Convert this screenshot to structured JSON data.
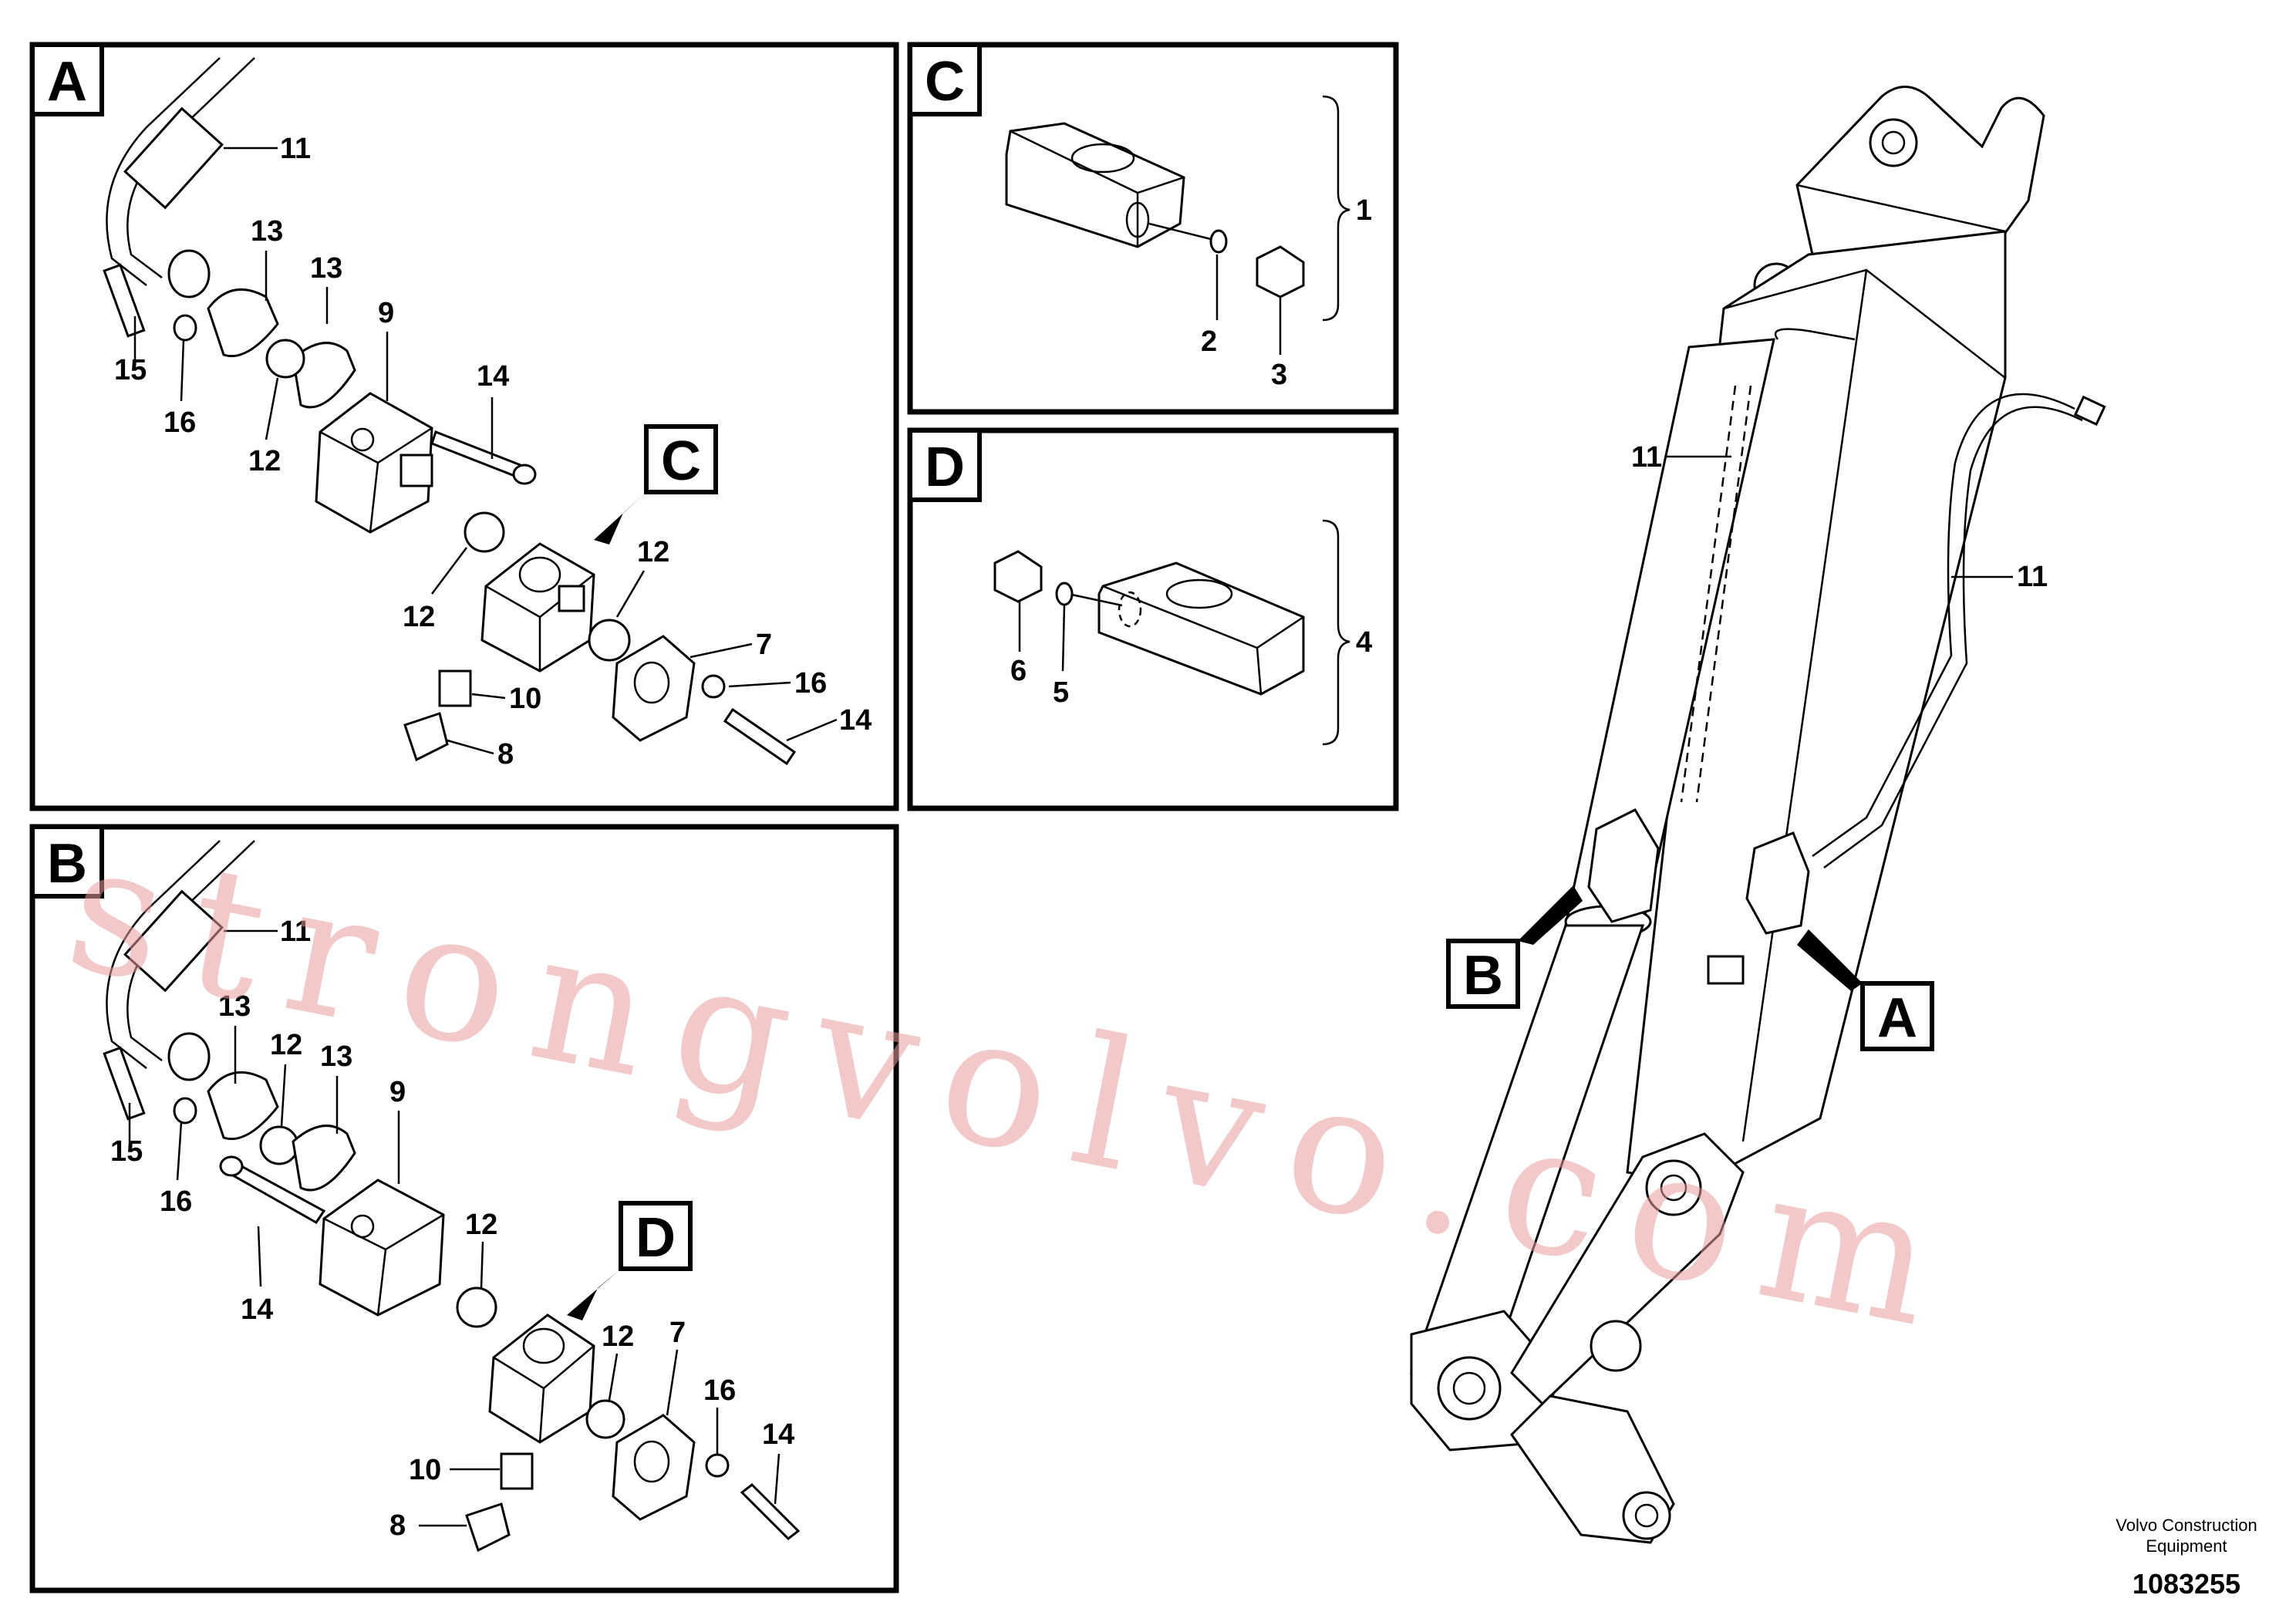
{
  "panels": {
    "A": {
      "letter": "A",
      "labels": [
        "11",
        "13",
        "13",
        "9",
        "15",
        "16",
        "12",
        "14",
        "12",
        "12",
        "7",
        "16",
        "14",
        "10",
        "8"
      ],
      "callout": "C"
    },
    "B": {
      "letter": "B",
      "labels": [
        "11",
        "13",
        "12",
        "13",
        "9",
        "15",
        "16",
        "12",
        "14",
        "12",
        "7",
        "16",
        "14",
        "10",
        "8"
      ],
      "callout": "D"
    },
    "C": {
      "letter": "C",
      "labels": [
        "1",
        "2",
        "3"
      ]
    },
    "D": {
      "letter": "D",
      "labels": [
        "4",
        "6",
        "5"
      ]
    }
  },
  "main": {
    "labels": [
      "11",
      "11"
    ],
    "callouts": [
      "B",
      "A"
    ]
  },
  "footer": {
    "company_line1": "Volvo Construction",
    "company_line2": "Equipment",
    "drawing_number": "1083255"
  },
  "watermark": "strongvolvo.com"
}
